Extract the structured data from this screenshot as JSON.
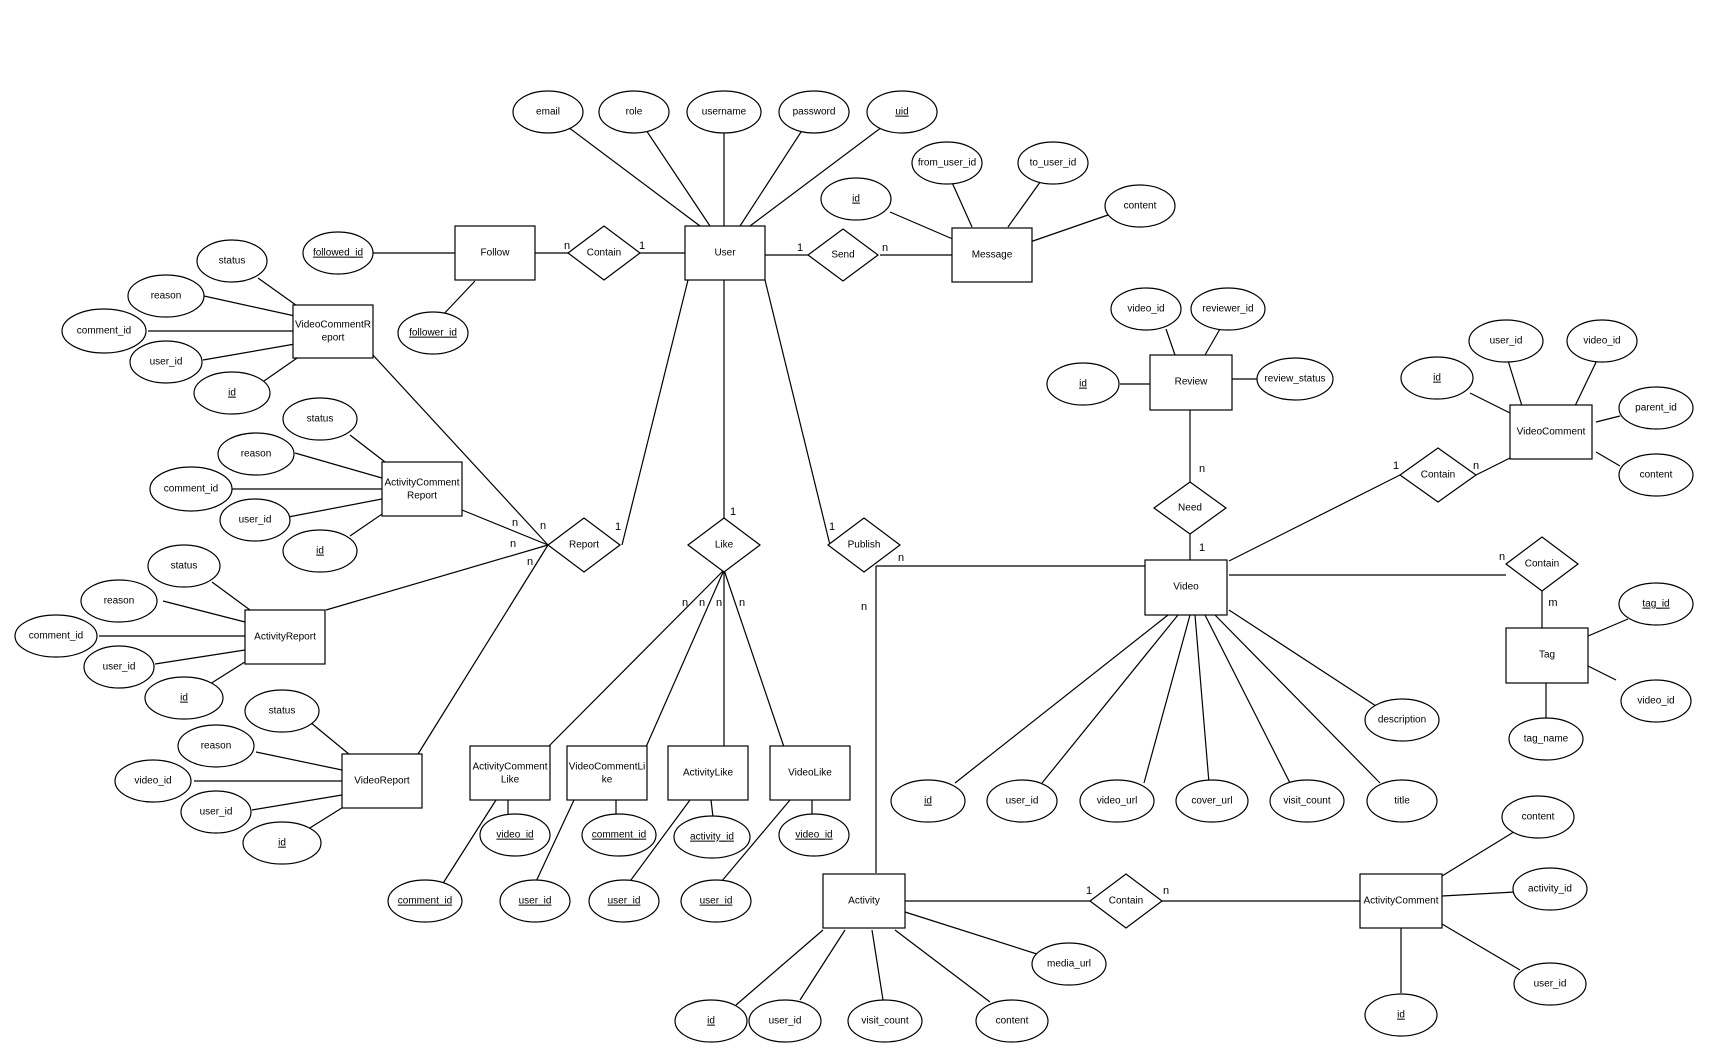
{
  "entities": {
    "user": "User",
    "follow": "Follow",
    "message": "Message",
    "video_comment_report_l1": "VideoCommentR",
    "video_comment_report_l2": "eport",
    "activity_comment_report_l1": "ActivityComment",
    "activity_comment_report_l2": "Report",
    "activity_report": "ActivityReport",
    "video_report": "VideoReport",
    "activity_comment_like_l1": "ActivityComment",
    "activity_comment_like_l2": "Like",
    "video_comment_like_l1": "VideoCommentLi",
    "video_comment_like_l2": "ke",
    "activity_like": "ActivityLike",
    "video_like": "VideoLike",
    "review": "Review",
    "video": "Video",
    "video_comment": "VideoComment",
    "tag": "Tag",
    "activity": "Activity",
    "activity_comment": "ActivityComment"
  },
  "relationships": {
    "contain_follow": "Contain",
    "send": "Send",
    "report": "Report",
    "like": "Like",
    "publish": "Publish",
    "need": "Need",
    "contain_video_comment": "Contain",
    "contain_tag": "Contain",
    "contain_activity_comment": "Contain"
  },
  "attributes": {
    "user_email": "email",
    "user_role": "role",
    "user_username": "username",
    "user_password": "password",
    "user_uid": "uid",
    "msg_from_user_id": "from_user_id",
    "msg_to_user_id": "to_user_id",
    "msg_id": "id",
    "msg_content": "content",
    "follow_followed_id": "followed_id",
    "follow_follower_id": "follower_id",
    "vcr_status": "status",
    "vcr_reason": "reason",
    "vcr_comment_id": "comment_id",
    "vcr_user_id": "user_id",
    "vcr_id": "id",
    "acr_status": "status",
    "acr_reason": "reason",
    "acr_comment_id": "comment_id",
    "acr_user_id": "user_id",
    "acr_id": "id",
    "ar_status": "status",
    "ar_reason": "reason",
    "ar_comment_id": "comment_id",
    "ar_user_id": "user_id",
    "ar_id": "id",
    "vr_status": "status",
    "vr_reason": "reason",
    "vr_video_id": "video_id",
    "vr_user_id": "user_id",
    "vr_id": "id",
    "acl_video_id": "video_id",
    "acl_comment_id": "comment_id",
    "vcl_comment_id": "comment_id",
    "vcl_user_id": "user_id",
    "al_activity_id": "activity_id",
    "al_user_id": "user_id",
    "vl_video_id": "video_id",
    "vl_user_id": "user_id",
    "review_video_id": "video_id",
    "review_reviewer_id": "reviewer_id",
    "review_id": "id",
    "review_status": "review_status",
    "vc_user_id": "user_id",
    "vc_video_id": "video_id",
    "vc_id": "id",
    "vc_parent_id": "parent_id",
    "vc_content": "content",
    "video_id": "id",
    "video_user_id": "user_id",
    "video_video_url": "video_url",
    "video_cover_url": "cover_url",
    "video_visit_count": "visit_count",
    "video_title": "title",
    "video_description": "description",
    "tag_tag_id": "tag_id",
    "tag_video_id": "video_id",
    "tag_tag_name": "tag_name",
    "activity_id": "id",
    "activity_user_id": "user_id",
    "activity_visit_count": "visit_count",
    "activity_content": "content",
    "activity_media_url": "media_url",
    "ac_content": "content",
    "ac_activity_id": "activity_id",
    "ac_user_id": "user_id",
    "ac_id": "id"
  },
  "cardinalities": {
    "follow_n": "n",
    "follow_1": "1",
    "send_1": "1",
    "send_n": "n",
    "report_n1": "n",
    "report_n2": "n",
    "report_n3": "n",
    "report_n4": "n",
    "report_1": "1",
    "like_1": "1",
    "like_n1": "n",
    "like_n2": "n",
    "like_n3": "n",
    "like_n4": "n",
    "publish_1": "1",
    "publish_n1": "n",
    "publish_n2": "n",
    "need_n": "n",
    "need_1": "1",
    "vc_1": "1",
    "vc_n": "n",
    "tag_n": "n",
    "tag_m": "m",
    "ac_1": "1",
    "ac_n": "n"
  }
}
